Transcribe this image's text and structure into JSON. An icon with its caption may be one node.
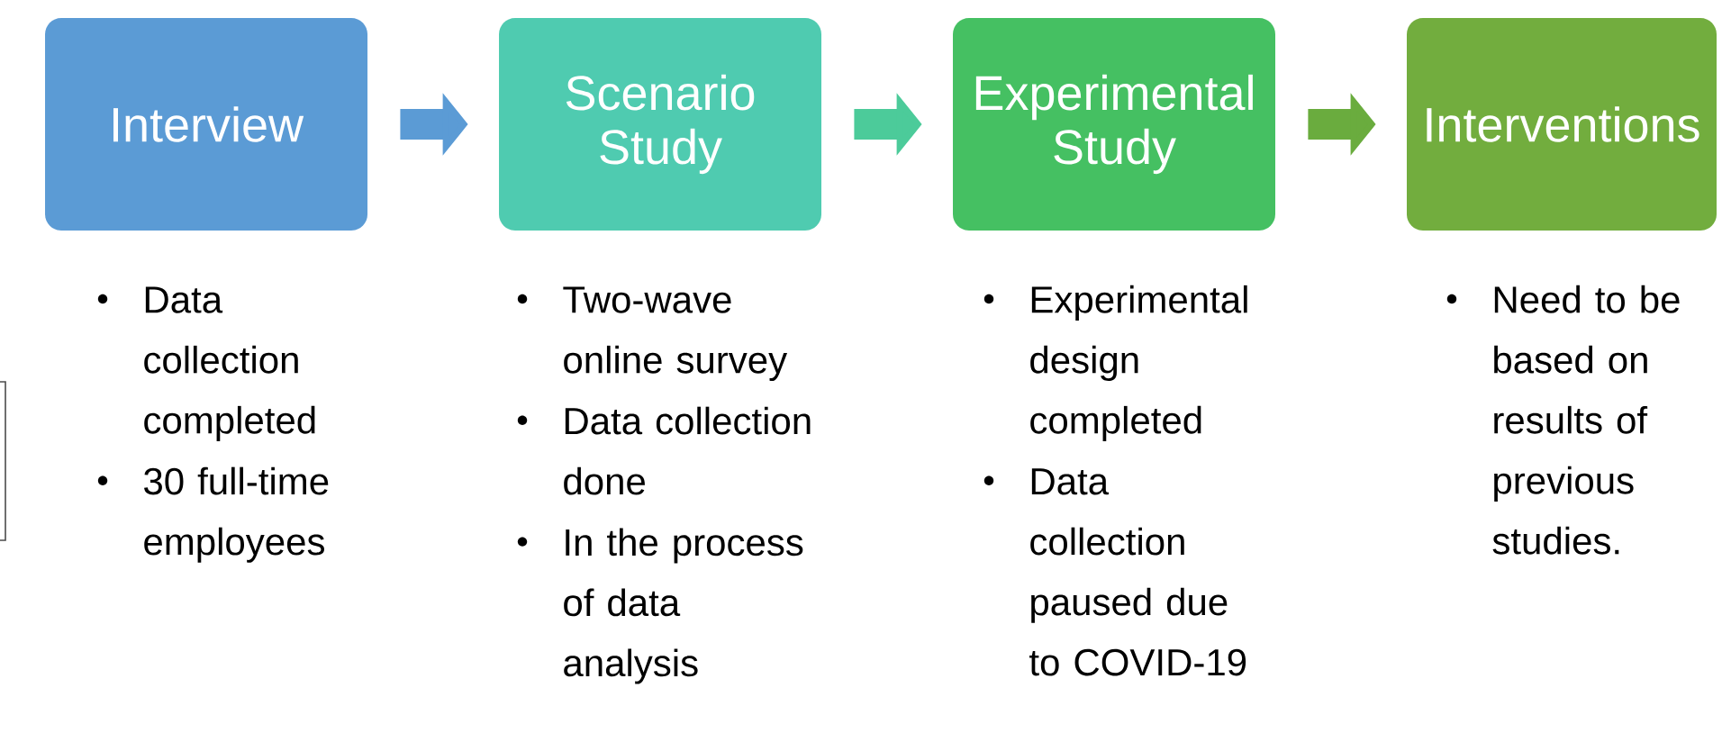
{
  "diagram": {
    "nodes": [
      {
        "text": [
          "Interview"
        ],
        "beside": [
          "Data collection completed",
          "30 full-time employees"
        ]
      },
      {
        "text": [
          "Scenario Study"
        ],
        "beside": [
          "Two-wave online survey",
          "Data collection done",
          "In the process of data analysis"
        ]
      },
      {
        "text": [
          "Experimental Study"
        ],
        "beside": [
          "Experimental design completed",
          "Data collection paused due to COVID-19"
        ]
      },
      {
        "text": [
          "Interventions"
        ],
        "beside": [
          "Need to be based on results of previous studies."
        ]
      },
      {
        "text": [],
        "shape": "box"
      }
    ],
    "edges": [
      {
        "from": 0,
        "to": 1,
        "arrow": "to",
        "color": "#5b9bd5"
      },
      {
        "from": 1,
        "to": 2,
        "arrow": "to",
        "color": "#4ccb9a"
      },
      {
        "from": 2,
        "to": 3,
        "arrow": "to",
        "color": "#6aac3e"
      }
    ]
  }
}
